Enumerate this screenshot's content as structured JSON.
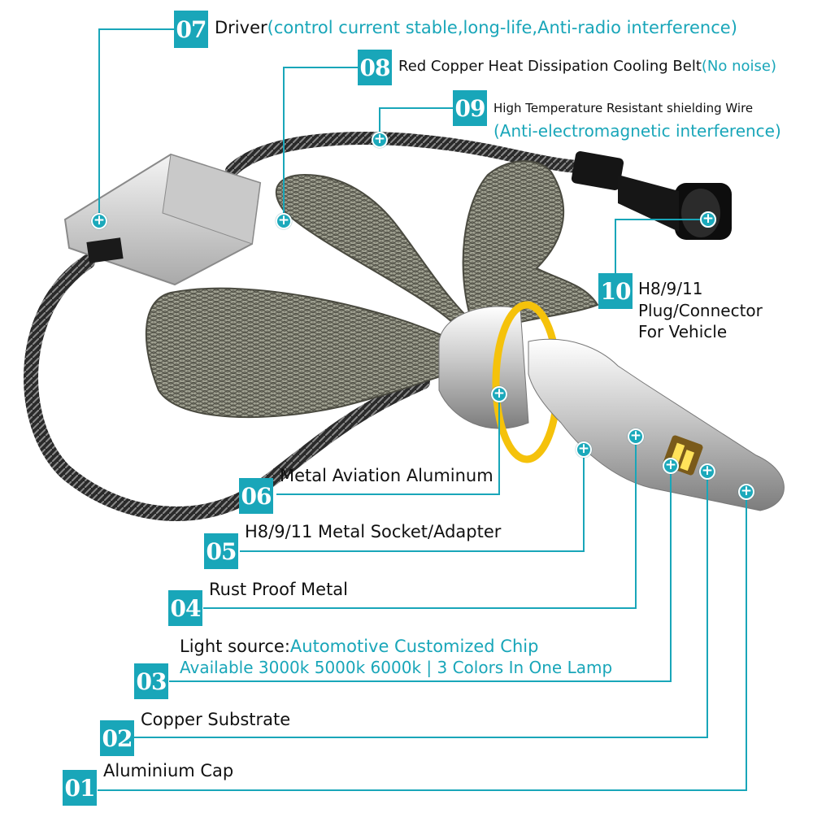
{
  "accent_color": "#19a6b9",
  "callouts": [
    {
      "id": "07",
      "text": "Driver",
      "note": "(control current stable,long-life,Anti-radio interference)"
    },
    {
      "id": "08",
      "text": "Red Copper Heat Dissipation Cooling Belt",
      "note": "(No noise)"
    },
    {
      "id": "09",
      "text": "High Temperature Resistant shielding Wire",
      "note": "(Anti-electromagnetic interference)"
    },
    {
      "id": "10",
      "lines": [
        "H8/9/11",
        "Plug/Connector",
        "For Vehicle"
      ]
    },
    {
      "id": "06",
      "text": "Metal Aviation Aluminum"
    },
    {
      "id": "05",
      "text": "H8/9/11 Metal Socket/Adapter"
    },
    {
      "id": "04",
      "text": "Rust Proof Metal"
    },
    {
      "id": "03",
      "text": "Light source:",
      "note": "Automotive Customized Chip",
      "line2": "Available 3000k 5000k 6000k | 3 Colors In One Lamp"
    },
    {
      "id": "02",
      "text": "Copper Substrate"
    },
    {
      "id": "01",
      "text": "Aluminium Cap"
    }
  ]
}
